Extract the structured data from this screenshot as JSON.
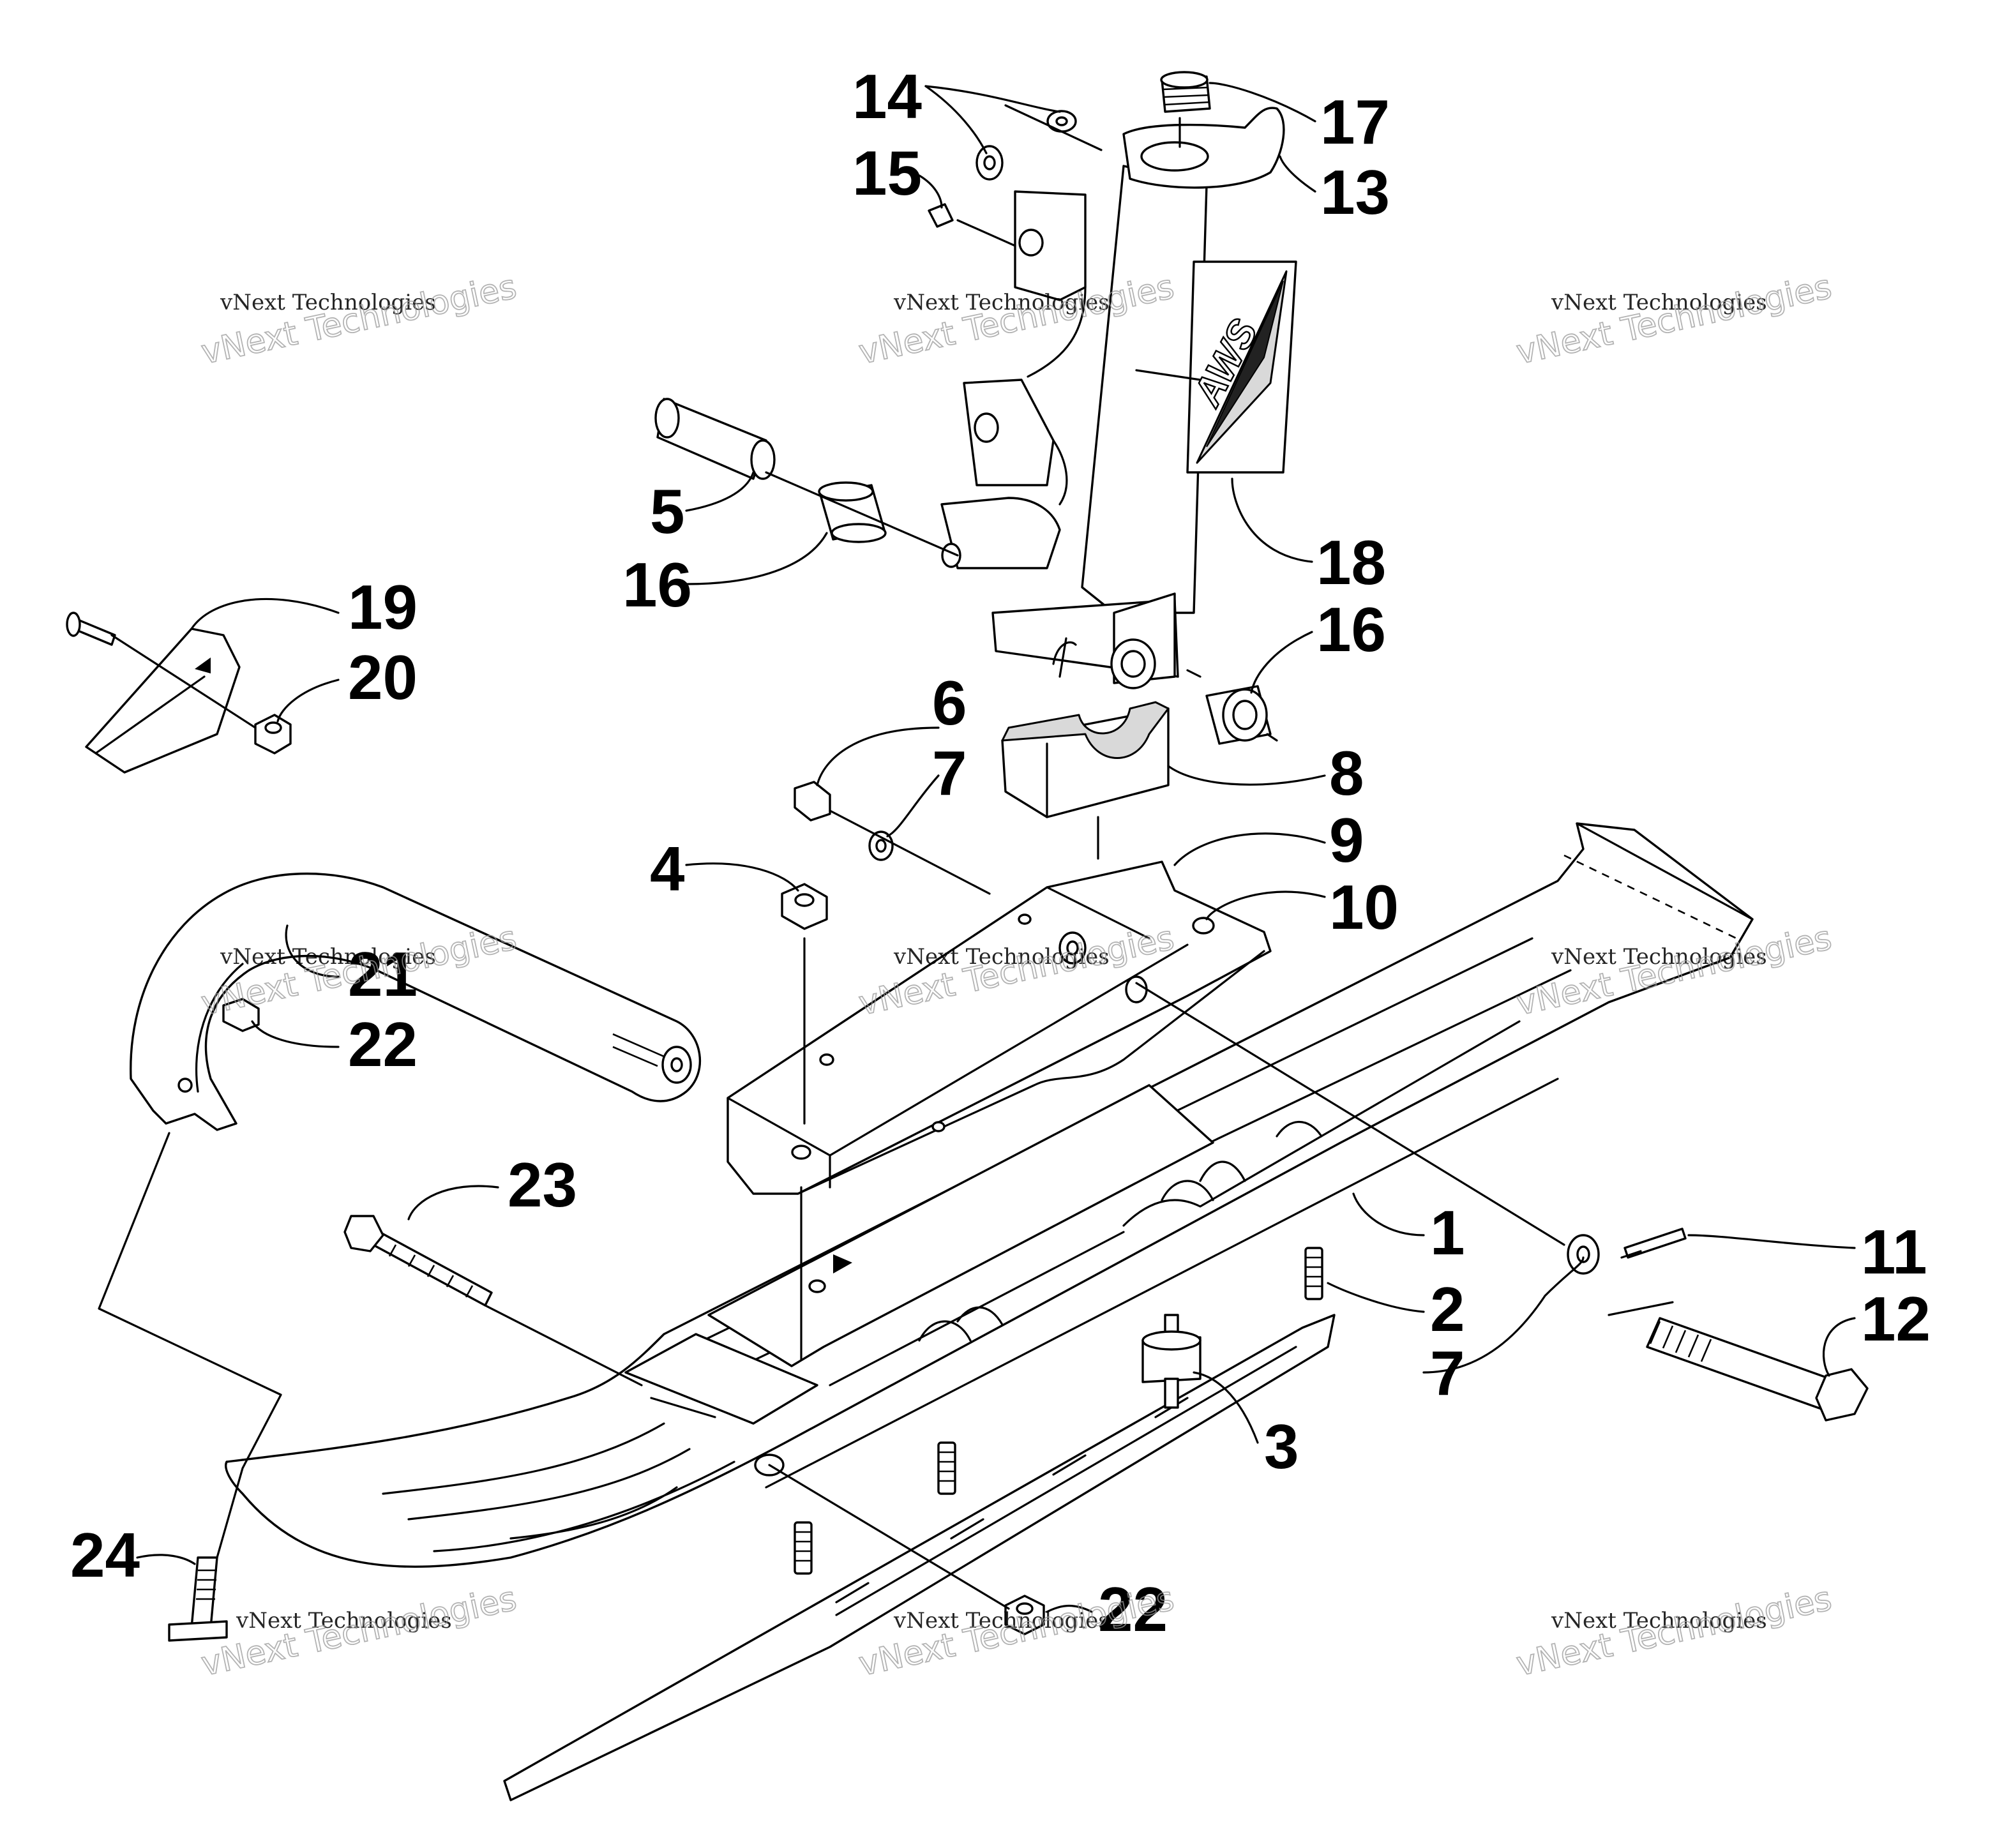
{
  "diagram": {
    "callouts": [
      "1",
      "2",
      "3",
      "4",
      "5",
      "6",
      "7",
      "7",
      "8",
      "9",
      "10",
      "11",
      "12",
      "13",
      "14",
      "15",
      "16",
      "16",
      "17",
      "18",
      "19",
      "20",
      "21",
      "22",
      "22",
      "23",
      "24"
    ],
    "decal_text": "AWS",
    "watermark": {
      "line1": "vNext Technologies",
      "line2": "vNext Technologies"
    }
  }
}
